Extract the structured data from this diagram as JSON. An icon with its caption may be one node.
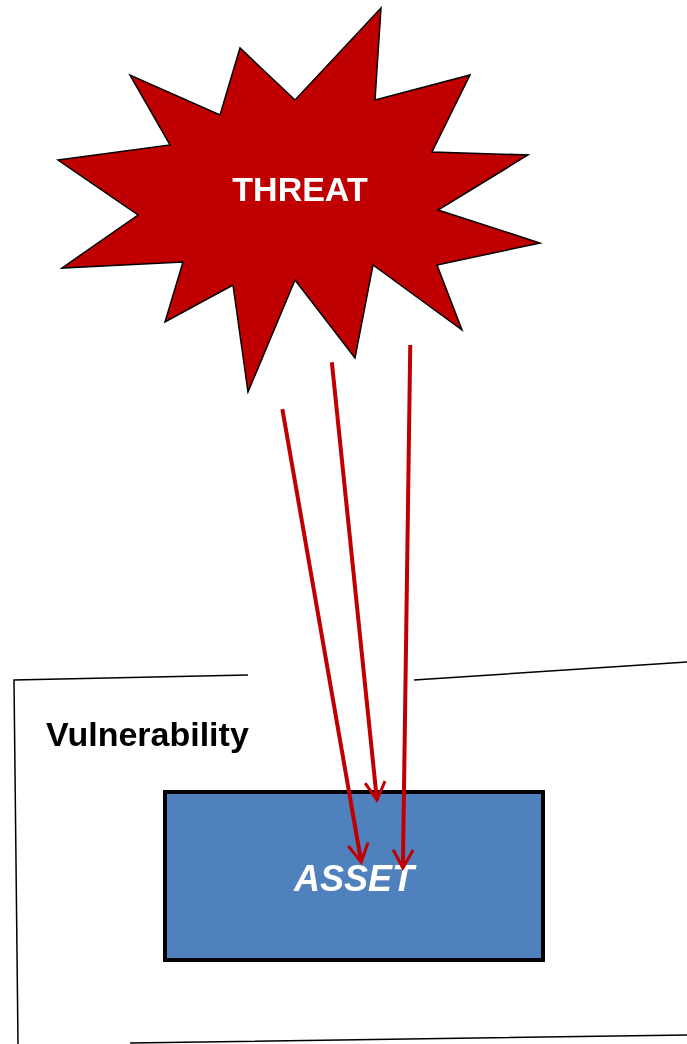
{
  "diagram": {
    "nodes": [
      {
        "text": [
          "THREAT"
        ]
      },
      {
        "text": [
          "Vulnerability"
        ]
      },
      {
        "text": [
          "ASSET"
        ],
        "in": 1
      }
    ],
    "edges": [
      {
        "from": 0,
        "to": 2,
        "arrow": "to"
      },
      {
        "from": 0,
        "to": 2,
        "arrow": "to"
      },
      {
        "from": 0,
        "to": 2,
        "arrow": "to"
      }
    ]
  }
}
